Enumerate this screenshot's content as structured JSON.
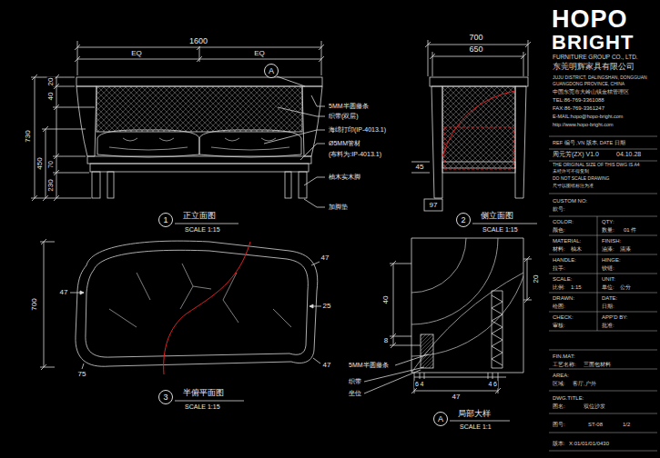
{
  "diagram": {
    "nodes": [
      {
        "text": [
          "A"
        ]
      },
      {
        "text": [
          "1"
        ]
      },
      {
        "text": [
          "2"
        ]
      },
      {
        "text": [
          "3"
        ]
      },
      {
        "text": [
          "A"
        ]
      }
    ],
    "labels": [
      "1600",
      "EQ",
      "EQ",
      "20",
      "40",
      "730",
      "450",
      "70",
      "230",
      "5MM半圆藤条",
      "织带(双层)",
      "海绵打印(IP-4013.1)",
      "Ø5MM管材",
      "(布料为:IP-4013.1)",
      "柚木实木脚",
      "加脚垫",
      "正立面图",
      "SCALE 1:15",
      "700",
      "650",
      "45",
      "97",
      "侧立面图",
      "SCALE 1:15",
      "700",
      "47",
      "47",
      "25",
      "75",
      "47",
      "半俯平面图",
      "SCALE 1:15",
      "20",
      "40",
      "8",
      "6",
      "4",
      "4",
      "6",
      "47",
      "5MM半圆藤条",
      "织带",
      "坐位",
      "局部大样",
      "SCALE 1:1",
      "HOPO",
      "BRIGHT",
      "FURNITURE GROUP CO., LTD.",
      "东莞明辉家具有限公司",
      "JUJU DISTRICT, DALINGSHAN, DONGGUAN",
      "GUANGDONG PROVINCE, CHINA",
      "中国东莞市大岭山镇金桔管理区",
      "TEL:86-769-3361088",
      "FAX:86-769-3361247",
      "E-MAIL:hopo@hopo-bright.com",
      "http://www.hopo-bright.com",
      "REF 编号 ,VN 版本, DATE 日期",
      "周元芳(ZX) V1.0",
      "04.10.28",
      "THE ORIGINAL SIZE OF THIS DWG IS A4",
      "未经许可不得复制",
      "DO NOT SCALE DRAWING",
      "尺寸以图纸标注为准",
      "CUSTOM NO:",
      "款号:",
      "COLOR:",
      "QTY:",
      "颜色:",
      "数量:",
      "01 件",
      "MATERIAL:",
      "FINISH:",
      "材料:",
      "柚木",
      "油漆:",
      "清漆",
      "HANDLE:",
      "HINGE:",
      "拉手:",
      "铰链:",
      "SCALE:",
      "UNIT:",
      "比例:",
      "1:15",
      "单位:",
      "公分",
      "DRAWN:",
      "DATE:",
      "绘图:",
      "日期:",
      "CHECK:",
      "APP'D BY:",
      "审核:",
      "批准:",
      "FIN.MAT:",
      "工艺名称:",
      "三面包材料",
      "AREA:",
      "区域:",
      "客厅,户外",
      "DWG.TITLE:",
      "图名:",
      "双位沙发",
      "图号:",
      "ST-08",
      "1/2",
      "版本:",
      "X:01/01/01/0430"
    ]
  }
}
